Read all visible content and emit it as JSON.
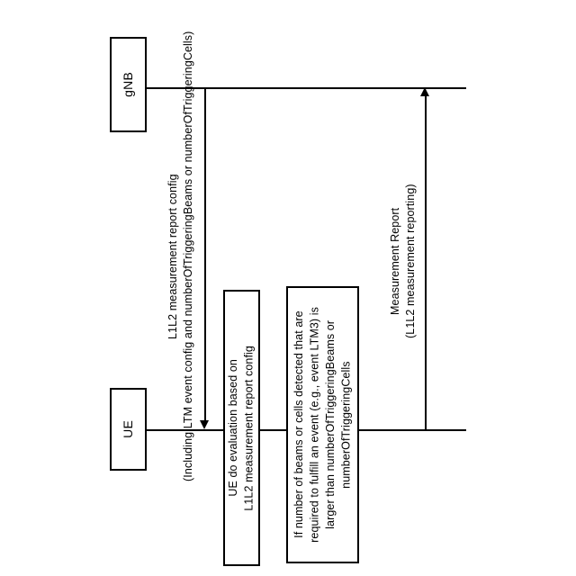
{
  "diagram": {
    "type": "sequence-diagram",
    "orientation": "rotated-90-ccw",
    "colors": {
      "background": "#ffffff",
      "stroke": "#000000",
      "text": "#000000"
    }
  },
  "actors": [
    {
      "id": "gnb",
      "label": "gNB"
    },
    {
      "id": "ue",
      "label": "UE"
    }
  ],
  "messages": [
    {
      "id": "msg1",
      "from": "gNB",
      "to": "UE",
      "direction": "down",
      "label": "L1L2 measurement report config\n(Including LTM event config and numberOfTriggeringBeams or numberOfTriggeringCells)"
    },
    {
      "id": "msg2",
      "from": "UE",
      "to": "gNB",
      "direction": "up",
      "label": "Measurement Report\n(L1L2 measurement reporting)"
    }
  ],
  "notes": [
    {
      "id": "note-evaluation",
      "on": "UE",
      "text": "UE do evaluation based on\nL1L2 measurement report config"
    },
    {
      "id": "note-condition",
      "on": "UE",
      "text": "If number of beams or cells detected that are\nrequired to fulfill an event (e.g., event LTM3) is\nlarger than numberOfTriggeringBeams or\nnumberOfTriggeringCells"
    }
  ]
}
